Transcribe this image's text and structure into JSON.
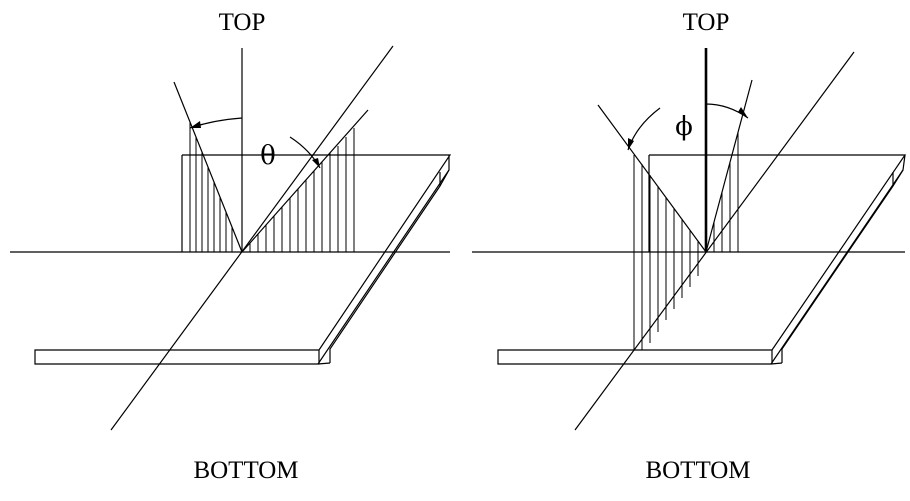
{
  "left_panel": {
    "top_label": "TOP",
    "bottom_label": "BOTTOM",
    "angle_symbol": "θ"
  },
  "right_panel": {
    "top_label": "TOP",
    "bottom_label": "BOTTOM",
    "angle_symbol": "ϕ"
  }
}
